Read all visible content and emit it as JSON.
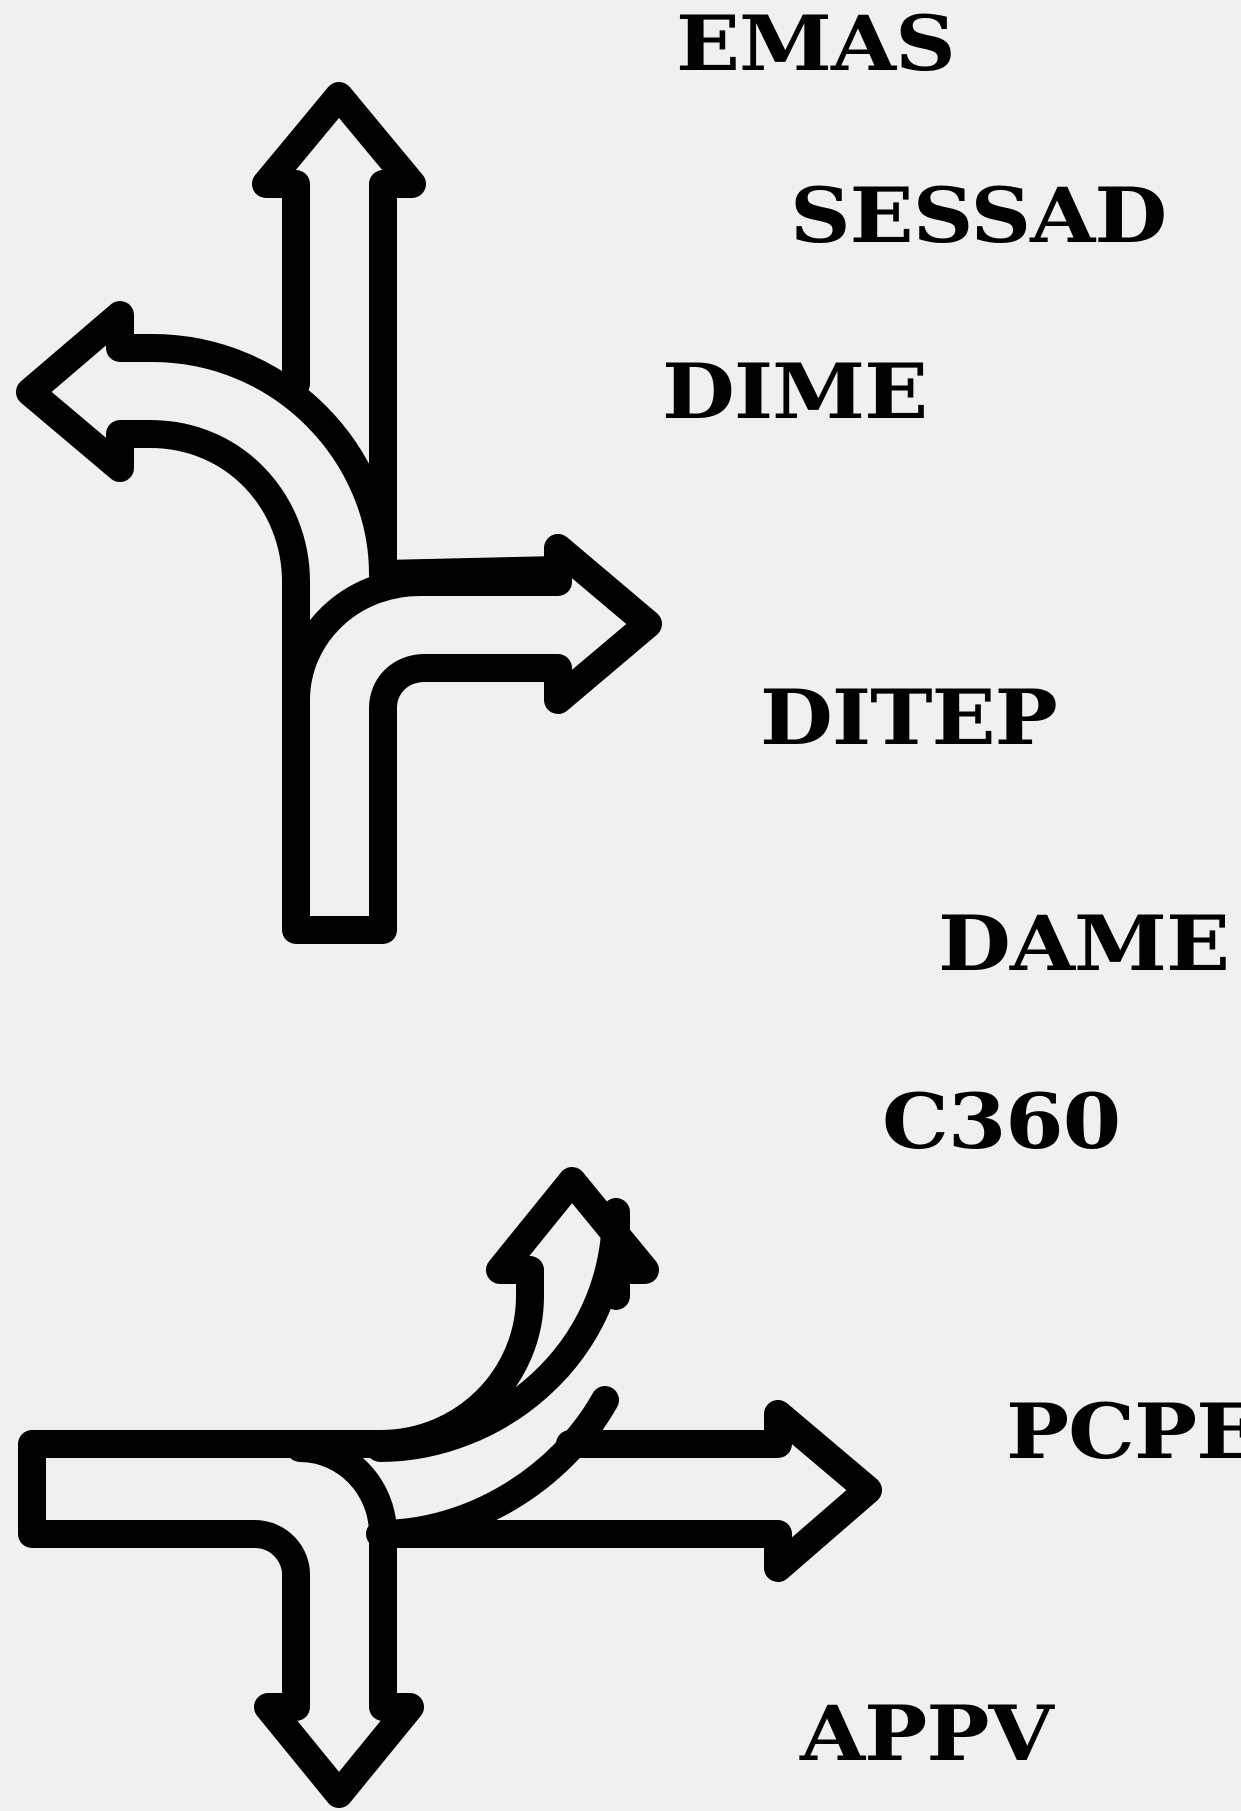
{
  "labels": {
    "emas": "EMAS",
    "sessad": "SESSAD",
    "dime": "DIME",
    "ditep": "DITEP",
    "dame": "DAME",
    "c360": "C360",
    "pcpe": "PCPE",
    "appv": "APPV"
  },
  "icons": {
    "top": "three-way-junction-arrows-icon",
    "bottom": "three-way-junction-arrows-icon"
  },
  "colors": {
    "background": "#f0f0f0",
    "ink": "#000000"
  }
}
